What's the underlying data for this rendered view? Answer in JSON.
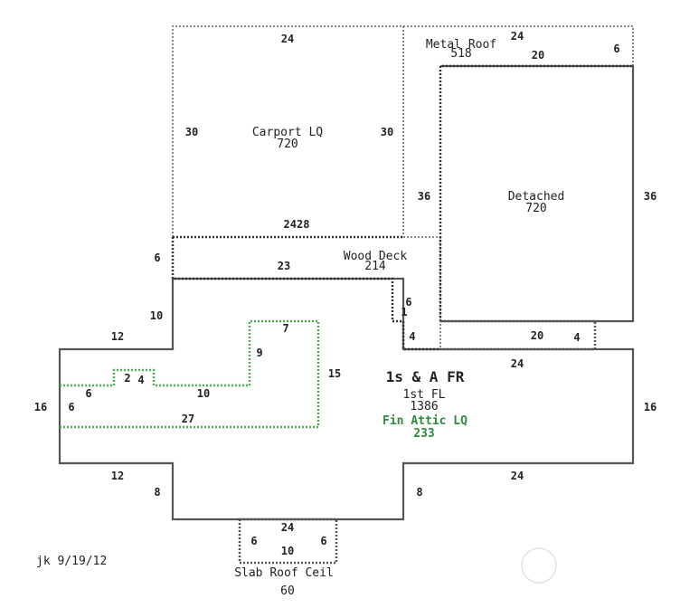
{
  "areas": {
    "carport": {
      "name": "Carport LQ",
      "value": "720"
    },
    "metal_roof": {
      "name": "Metal Roof",
      "value": "518"
    },
    "detached": {
      "name": "Detached",
      "value": "720"
    },
    "wood_deck": {
      "name": "Wood Deck",
      "value": "214"
    },
    "main": {
      "name": "1s & A FR",
      "floor": "1st FL",
      "value": "1386"
    },
    "fin_attic": {
      "name": "Fin Attic LQ",
      "value": "233"
    },
    "slab": {
      "name": "Slab Roof Ceil",
      "value": "60"
    }
  },
  "dims": {
    "carport_top": "24",
    "carport_left": "30",
    "carport_right": "30",
    "carport_bottom": "2428",
    "metal_top": "24",
    "metal_right": "6",
    "metal_inner": "20",
    "metal_left": "36",
    "detached_right": "36",
    "detached_bottom": "20",
    "detached_bottom_right": "4",
    "deck_left": "6",
    "deck_bottom": "23",
    "step_6": "6",
    "step_1": "1",
    "step_4": "4",
    "main_upper_left": "10",
    "main_left_top": "12",
    "main_right_top": "24",
    "main_left_side": "16",
    "main_right_side": "16",
    "main_left_bottom": "12",
    "main_right_bottom": "24",
    "main_bottom_left": "8",
    "main_bottom_right": "8",
    "attic_7": "7",
    "attic_9": "9",
    "attic_15": "15",
    "attic_2": "2",
    "attic_4": "4",
    "attic_6a": "6",
    "attic_6b": "6",
    "attic_10": "10",
    "attic_27": "27",
    "slab_top": "24",
    "slab_left": "6",
    "slab_right": "6",
    "slab_inner": "10"
  },
  "footer": {
    "initials": "jk 9/19/12"
  }
}
